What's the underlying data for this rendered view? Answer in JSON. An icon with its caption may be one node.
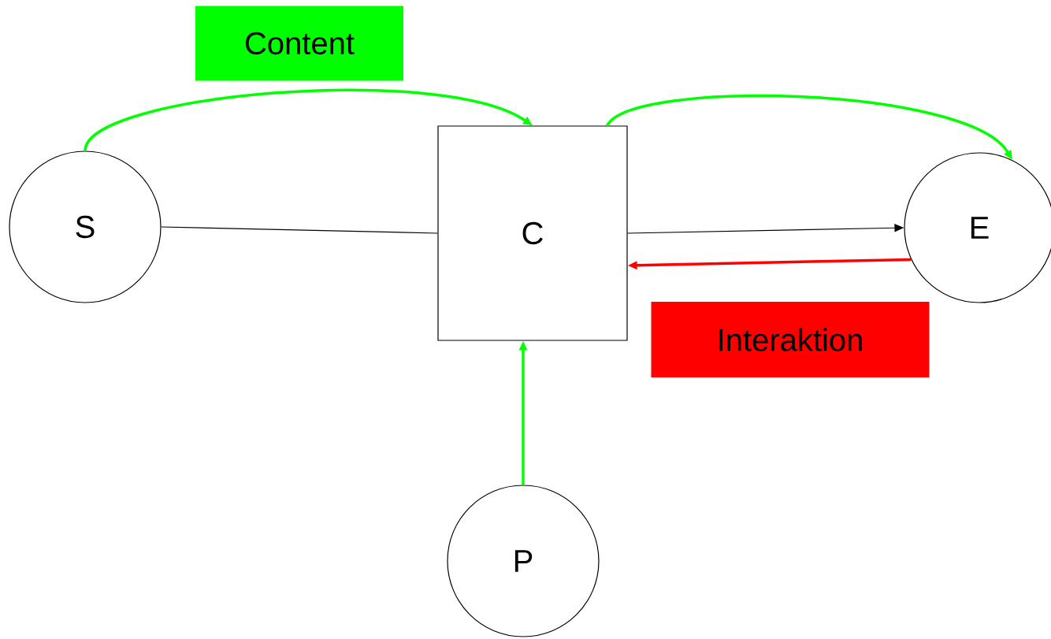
{
  "diagram": {
    "nodes": [
      {
        "text": [
          "Content"
        ]
      },
      {
        "text": [
          "S"
        ]
      },
      {
        "text": [
          "C"
        ]
      },
      {
        "text": [
          "E"
        ]
      },
      {
        "text": [
          "Interaktion"
        ]
      },
      {
        "text": [
          "P"
        ]
      }
    ],
    "edges": [
      {
        "from": 1,
        "to": 2,
        "arrow": "to",
        "color": "#00ff00"
      },
      {
        "from": 2,
        "to": 3,
        "arrow": "to",
        "color": "#00ff00"
      },
      {
        "from": 1,
        "to": 2,
        "arrow": "none",
        "color": "#000000"
      },
      {
        "from": 2,
        "to": 3,
        "arrow": "to",
        "color": "#000000"
      },
      {
        "from": 3,
        "to": 2,
        "arrow": "to",
        "color": "#ff0000"
      },
      {
        "from": 5,
        "to": 2,
        "arrow": "to",
        "color": "#00ff00"
      }
    ]
  }
}
